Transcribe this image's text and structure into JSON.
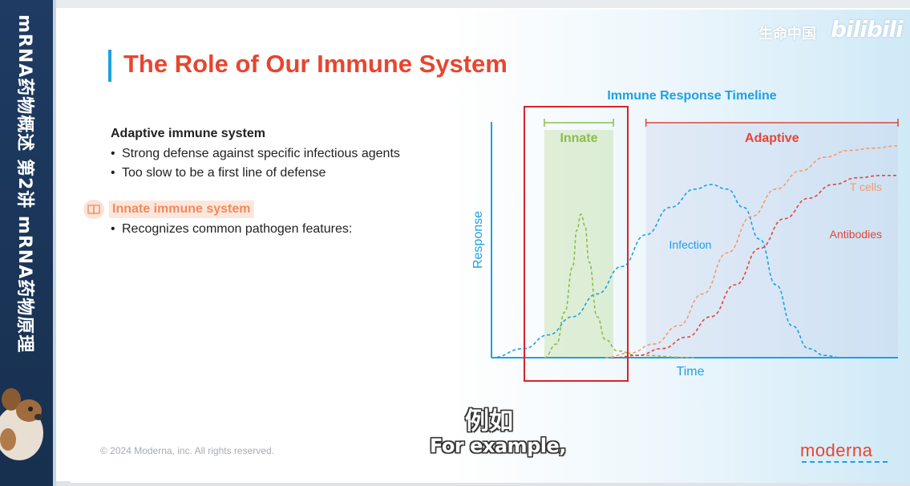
{
  "sidebar": {
    "title": "mRNA药物概述 第2讲 mRNA药物原理"
  },
  "watermark": {
    "text": "生命中国",
    "logo": "bilibili"
  },
  "slide": {
    "title": "The Role of Our Immune System",
    "adaptive": {
      "heading": "Adaptive immune system",
      "bullets": [
        "Strong defense against specific infectious agents",
        "Too slow to be a first line of defense"
      ]
    },
    "innate": {
      "heading": "Innate immune system",
      "icon": "book-icon",
      "bullets": [
        "Recognizes common pathogen features:"
      ]
    },
    "copyright": "© 2024 Moderna, inc. All rights reserved.",
    "logo": "moderna"
  },
  "subtitles": {
    "zh": "例如",
    "en": "For example,"
  },
  "colors": {
    "title_red": "#e7452f",
    "accent_blue": "#1da1e3",
    "innate_green": "#8dbb4d",
    "tcells_orange": "#f79a6a",
    "antibodies_red": "#e2463a",
    "highlight_box": "#d9232a"
  },
  "chart_data": {
    "type": "line",
    "title": "Immune Response Timeline",
    "xlabel": "Time",
    "ylabel": "Response",
    "xlim": [
      0,
      100
    ],
    "ylim": [
      0,
      100
    ],
    "grid": false,
    "phases": [
      {
        "name": "Innate",
        "x_range": [
          13,
          30
        ]
      },
      {
        "name": "Adaptive",
        "x_range": [
          38,
          100
        ]
      }
    ],
    "series": [
      {
        "name": "Infection",
        "values": [
          [
            0,
            0
          ],
          [
            8,
            4
          ],
          [
            14,
            10
          ],
          [
            20,
            18
          ],
          [
            26,
            28
          ],
          [
            32,
            40
          ],
          [
            38,
            54
          ],
          [
            44,
            66
          ],
          [
            50,
            74
          ],
          [
            54,
            76
          ],
          [
            58,
            74
          ],
          [
            62,
            66
          ],
          [
            66,
            52
          ],
          [
            70,
            32
          ],
          [
            74,
            14
          ],
          [
            78,
            4
          ],
          [
            82,
            1
          ],
          [
            86,
            0
          ]
        ]
      },
      {
        "name": "",
        "values": [
          [
            13,
            0
          ],
          [
            16,
            6
          ],
          [
            18,
            20
          ],
          [
            20,
            40
          ],
          [
            21,
            56
          ],
          [
            22,
            63
          ],
          [
            23,
            58
          ],
          [
            24,
            42
          ],
          [
            26,
            18
          ],
          [
            28,
            8
          ],
          [
            31,
            3
          ],
          [
            36,
            1
          ],
          [
            50,
            0
          ]
        ]
      },
      {
        "name": "T cells",
        "values": [
          [
            28,
            0
          ],
          [
            34,
            2
          ],
          [
            40,
            6
          ],
          [
            46,
            14
          ],
          [
            52,
            28
          ],
          [
            58,
            46
          ],
          [
            64,
            62
          ],
          [
            70,
            74
          ],
          [
            76,
            82
          ],
          [
            82,
            88
          ],
          [
            88,
            91
          ],
          [
            94,
            92
          ],
          [
            100,
            93
          ]
        ]
      },
      {
        "name": "Antibodies",
        "values": [
          [
            30,
            0
          ],
          [
            36,
            1
          ],
          [
            42,
            4
          ],
          [
            48,
            9
          ],
          [
            54,
            18
          ],
          [
            60,
            32
          ],
          [
            66,
            48
          ],
          [
            72,
            61
          ],
          [
            78,
            70
          ],
          [
            84,
            76
          ],
          [
            90,
            79
          ],
          [
            96,
            80
          ],
          [
            100,
            80
          ]
        ]
      }
    ]
  }
}
